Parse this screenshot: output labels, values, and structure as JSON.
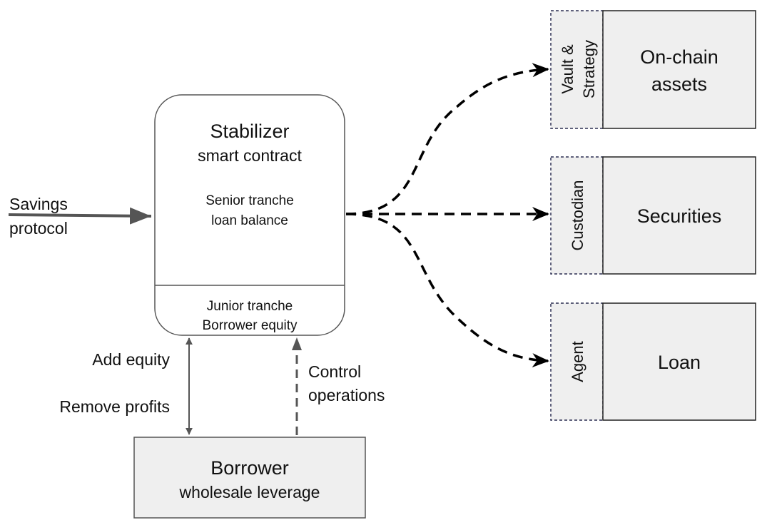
{
  "stabilizer": {
    "title": "Stabilizer",
    "subtitle": "smart contract",
    "senior_line1": "Senior tranche",
    "senior_line2": "loan balance",
    "junior_line1": "Junior tranche",
    "junior_line2": "Borrower equity"
  },
  "input": {
    "line1": "Savings",
    "line2": "protocol"
  },
  "borrower": {
    "title": "Borrower",
    "subtitle": "wholesale leverage"
  },
  "flows": {
    "add_equity": "Add equity",
    "remove_profits": "Remove profits",
    "control_line1": "Control",
    "control_line2": "operations"
  },
  "assets": [
    {
      "side_line1": "Vault &",
      "side_line2": "Strategy",
      "main_line1": "On-chain",
      "main_line2": "assets"
    },
    {
      "side_line1": "Custodian",
      "main_line1": "Securities"
    },
    {
      "side_line1": "Agent",
      "main_line1": "Loan"
    }
  ],
  "colors": {
    "box_fill": "#efefef",
    "box_stroke": "#222222",
    "side_stroke": "#2b2f52",
    "arrow_gray": "#555555",
    "line_black": "#000000"
  }
}
